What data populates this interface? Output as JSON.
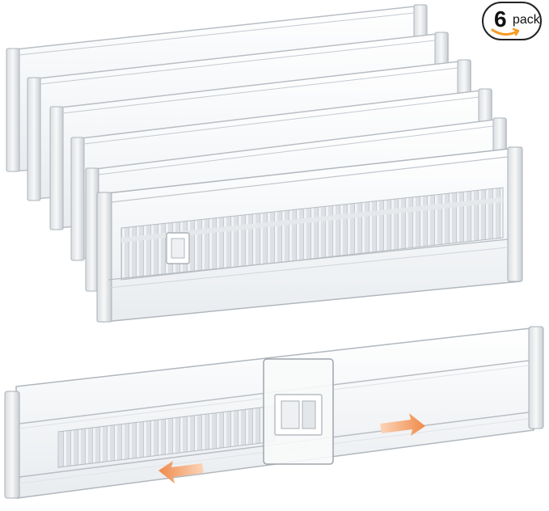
{
  "badge": {
    "count": "6",
    "word": "pack",
    "smile_color": "#f59a23"
  },
  "product": {
    "stack_count": 6,
    "colors": {
      "plastic_edge": "#b9bec4",
      "plastic_fill": "#f4f6f8",
      "rib": "#d6dade",
      "arrow": "#f2a36b"
    },
    "arrows": [
      "arrow-left-icon",
      "arrow-right-icon"
    ]
  }
}
